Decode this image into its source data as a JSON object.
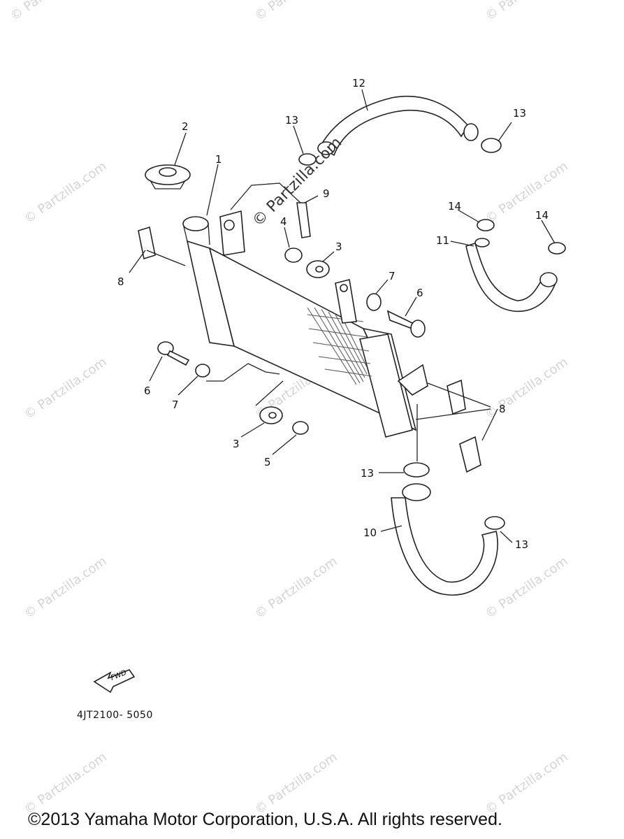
{
  "watermark": "© Partzilla.com",
  "callouts": {
    "p1": "1",
    "p2": "2",
    "p3a": "3",
    "p3b": "3",
    "p4": "4",
    "p5": "5",
    "p6a": "6",
    "p6b": "6",
    "p7a": "7",
    "p7b": "7",
    "p8a": "8",
    "p8b": "8",
    "p9": "9",
    "p10": "10",
    "p11": "11",
    "p12": "12",
    "p13a": "13",
    "p13b": "13",
    "p13c": "13",
    "p13d": "13",
    "p14a": "14",
    "p14b": "14"
  },
  "fwd_label": "FWD",
  "diagram_code": "4JT2100- 5050",
  "copyright": "©2013 Yamaha Motor Corporation, U.S.A. All rights reserved."
}
